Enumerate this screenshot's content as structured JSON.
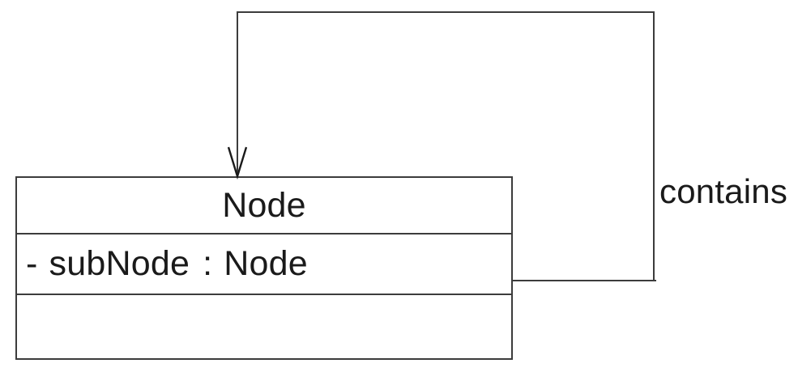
{
  "diagram": {
    "type": "uml-class-diagram",
    "background_color": "#ffffff",
    "line_color": "#3c3c3c",
    "text_color": "#1a1a1a",
    "classes": [
      {
        "name": "Node",
        "attributes": [
          {
            "visibility": "-",
            "name": "subNode",
            "separator": ":",
            "type": "Node",
            "full_text": "- subNode : Node"
          }
        ],
        "operations": []
      }
    ],
    "relationships": [
      {
        "kind": "association",
        "label": "contains",
        "source": "Node",
        "target": "Node",
        "self_reference": true,
        "arrow_style": "open",
        "arrow_icon": "arrowhead-open-down-icon"
      }
    ]
  }
}
